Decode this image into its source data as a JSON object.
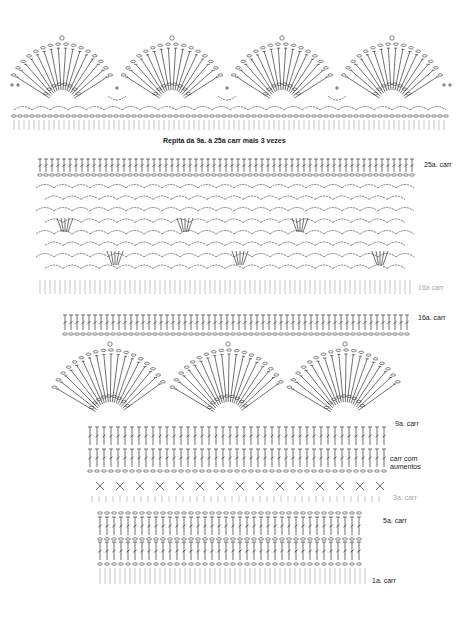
{
  "diagram": {
    "labels": [
      "Repita da 9a. à 25a carr mais 3 vezes",
      "25a. carr",
      "16a carr",
      "16a. carr",
      "9a. carr",
      "carr com aumentos",
      "3a. carr",
      "5a. carr",
      "1a. carr"
    ]
  }
}
